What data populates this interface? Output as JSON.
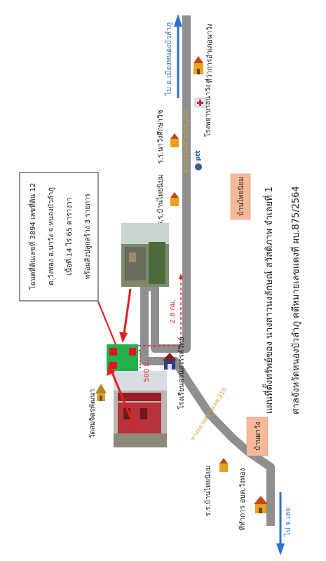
{
  "map": {
    "title_line1": "แผนที่ตั้งทรัพย์ของ นางสาวนงลักษณ์ สวัสดิภาพ จำเลยที่ 1",
    "title_line2": "ศาลจังหวัดหนองบัวลำภู คดีหมายเลขแดงที่ ผบ.875/2564",
    "property_box": {
      "line1": "โฉนดที่ดินเลขที่ 3894 เลขที่ดิน 12",
      "line2": "ต.วังทอง อ.นาวัง  จ.หนองบัวลำภู",
      "line3": "เนื้อที่ 14 ไร่ 65 ตารางวา",
      "line4": "พร้อมสิ่งปลูกสร้าง 3 รายการ"
    },
    "arrow_top": "ไป อ.เมืองหนองบัวลำภู",
    "arrow_bottom": "ไป จ.เลย",
    "road_upper": "ทางหลวงหมายเลข 210",
    "road_lower": "ทางหลวงหมายเลข 210",
    "village_top": "บ้านไทยนิยม",
    "village_bottom": "บ้านผาวัง",
    "dist_far": "2.8 กม.",
    "dist_near": "500 ม.",
    "ptt_logo": "ptt",
    "labels": {
      "district_office": "ที่ว่าการอำเภอนาวัง",
      "hospital": "โรงพยาบาลนาวัง",
      "school_nawang": "ร.ร.นาวังศึกษาวิช",
      "school_thainiyom_top": "ร.ร.บ้านไทยนิยม",
      "school_sawan": "โรงเรียนสวนสวรรค์วิทย์",
      "temple": "วัดสมจิตรพัฒนา",
      "school_thainiyom_bottom": "ร.ร.บ้านไทยนิยม",
      "tambon_office": "ที่ทำการ อบต.วังทอง"
    },
    "colors": {
      "road": "#8f8f8f",
      "arrow": "#2e6fd1",
      "label_fill": "#f5b99a",
      "land_green": "#22b14c",
      "marker_red": "#e0151f",
      "route_red": "#e02020",
      "temple_gold": "#d4a53a"
    }
  }
}
